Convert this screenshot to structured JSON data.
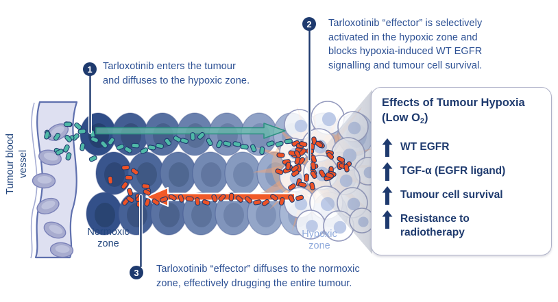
{
  "palette": {
    "navy": "#1E3A6E",
    "callout_text_blue": "#2B4F93",
    "teal_pill": "#4FB9A7",
    "teal_arrow": "#3FA893",
    "orange_pill": "#EE5226",
    "orange_arrow": "#F15A29",
    "normoxic_cell_dark": "#2E4C86",
    "hypoxic_cell_pale": "#CBD6EC",
    "hypoxic_label_blue": "#8FAADC",
    "vessel_lavender": "#DEE0F1",
    "starburst_orange": "#F1A273",
    "box_border": "#AEB1C8"
  },
  "labels": {
    "vessel": "Tumour blood\nvessel",
    "normoxic_zone": "Normoxic\nzone",
    "hypoxic_zone": "Hypoxic\nzone"
  },
  "callouts": [
    {
      "number": "1",
      "text": "Tarloxotinib enters the tumour\nand diffuses to the hypoxic zone."
    },
    {
      "number": "2",
      "text": "Tarloxotinib “effector” is selectively\nactivated in the hypoxic zone and\nblocks hypoxia-induced WT EGFR\nsignalling and tumour cell survival."
    },
    {
      "number": "3",
      "text": "Tarloxotinib “effector” diffuses to the normoxic\nzone, effectively drugging the entire tumour."
    }
  ],
  "effects_box": {
    "title_line1": "Effects of Tumour Hypoxia",
    "title_line2_pre": "(Low O",
    "title_line2_sub": "2",
    "title_line2_post": ")",
    "items": [
      {
        "icon": "up-arrow",
        "label": "WT EGFR"
      },
      {
        "icon": "up-arrow",
        "label": "TGF-α (EGFR ligand)"
      },
      {
        "icon": "up-arrow",
        "label": "Tumour cell survival"
      },
      {
        "icon": "up-arrow",
        "label": "Resistance to\nradiotherapy"
      }
    ]
  }
}
